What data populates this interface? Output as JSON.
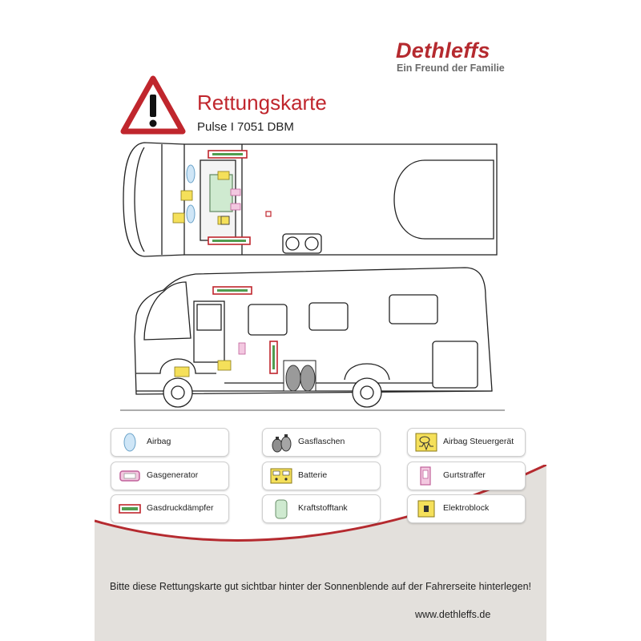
{
  "header": {
    "brand": "Dethleffs",
    "tagline": "Ein Freund der Familie",
    "title": "Rettungskarte",
    "subtitle": "Pulse I 7051 DBM"
  },
  "legend": [
    {
      "label": "Airbag",
      "icon": "airbag-icon"
    },
    {
      "label": "Gasflaschen",
      "icon": "gas-bottles-icon"
    },
    {
      "label": "Airbag Steuergerät",
      "icon": "airbag-control-unit-icon"
    },
    {
      "label": "Gasgenerator",
      "icon": "gas-generator-icon"
    },
    {
      "label": "Batterie",
      "icon": "battery-icon"
    },
    {
      "label": "Gurtstraffer",
      "icon": "belt-tensioner-icon"
    },
    {
      "label": "Gasdruckdämpfer",
      "icon": "gas-damper-icon"
    },
    {
      "label": "Kraftstofftank",
      "icon": "fuel-tank-icon"
    },
    {
      "label": "Elektroblock",
      "icon": "electric-block-icon"
    }
  ],
  "footer": {
    "notice": "Bitte diese Rettungskarte gut sichtbar hinter der Sonnenblende auf der Fahrerseite hinterlegen!",
    "url": "www.dethleffs.de"
  },
  "colors": {
    "brand_red": "#b52a2f",
    "title_red": "#c0262d",
    "swoosh_gray": "#e3e0dc"
  }
}
